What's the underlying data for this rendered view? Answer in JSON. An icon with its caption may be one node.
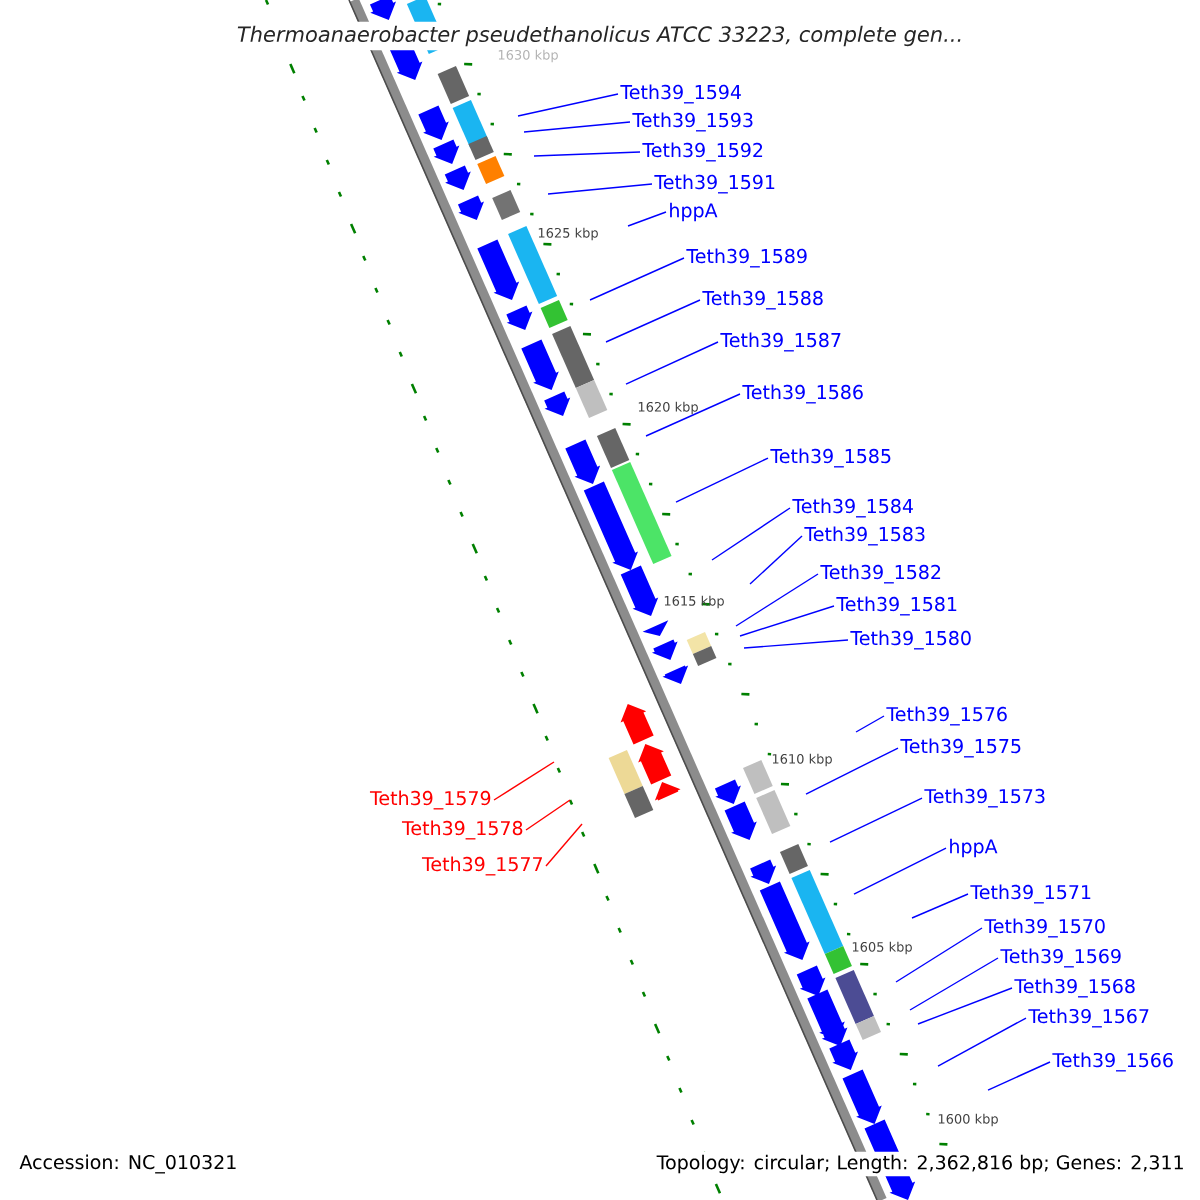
{
  "diagram": {
    "title": "Thermoanaerobacter pseudethanolicus ATCC 33223, complete gen...",
    "nodes": [
      {
        "text": [
          "Teth39_1594"
        ]
      },
      {
        "text": [
          "Teth39_1593"
        ]
      },
      {
        "text": [
          "Teth39_1592"
        ]
      },
      {
        "text": [
          "Teth39_1591"
        ]
      },
      {
        "text": [
          "hppA"
        ]
      },
      {
        "text": [
          "Teth39_1589"
        ]
      },
      {
        "text": [
          "Teth39_1588"
        ]
      },
      {
        "text": [
          "Teth39_1587"
        ]
      },
      {
        "text": [
          "Teth39_1586"
        ]
      },
      {
        "text": [
          "Teth39_1585"
        ]
      },
      {
        "text": [
          "Teth39_1584"
        ]
      },
      {
        "text": [
          "Teth39_1583"
        ]
      },
      {
        "text": [
          "Teth39_1582"
        ]
      },
      {
        "text": [
          "Teth39_1581"
        ]
      },
      {
        "text": [
          "Teth39_1580"
        ]
      },
      {
        "text": [
          "Teth39_1576"
        ]
      },
      {
        "text": [
          "Teth39_1575"
        ]
      },
      {
        "text": [
          "Teth39_1573"
        ]
      },
      {
        "text": [
          "hppA"
        ]
      },
      {
        "text": [
          "Teth39_1571"
        ]
      },
      {
        "text": [
          "Teth39_1570"
        ]
      },
      {
        "text": [
          "Teth39_1569"
        ]
      },
      {
        "text": [
          "Teth39_1568"
        ]
      },
      {
        "text": [
          "Teth39_1567"
        ]
      },
      {
        "text": [
          "Teth39_1566"
        ]
      },
      {
        "text": [
          "Teth39_1579"
        ]
      },
      {
        "text": [
          "Teth39_1578"
        ]
      },
      {
        "text": [
          "Teth39_1577"
        ]
      }
    ],
    "edges": [
      {
        "from": 0,
        "to": null,
        "arrow": "none"
      },
      {
        "from": 1,
        "to": null,
        "arrow": "none"
      },
      {
        "from": 2,
        "to": null,
        "arrow": "none"
      },
      {
        "from": 3,
        "to": null,
        "arrow": "none"
      },
      {
        "from": 4,
        "to": null,
        "arrow": "none"
      },
      {
        "from": 5,
        "to": null,
        "arrow": "none"
      },
      {
        "from": 6,
        "to": null,
        "arrow": "none"
      },
      {
        "from": 7,
        "to": null,
        "arrow": "none"
      },
      {
        "from": 8,
        "to": null,
        "arrow": "none"
      },
      {
        "from": 9,
        "to": null,
        "arrow": "none"
      },
      {
        "from": 10,
        "to": null,
        "arrow": "none"
      },
      {
        "from": 11,
        "to": null,
        "arrow": "none"
      },
      {
        "from": 12,
        "to": null,
        "arrow": "none"
      },
      {
        "from": 13,
        "to": null,
        "arrow": "none"
      },
      {
        "from": 14,
        "to": null,
        "arrow": "none"
      },
      {
        "from": 15,
        "to": null,
        "arrow": "none"
      },
      {
        "from": 16,
        "to": null,
        "arrow": "none"
      },
      {
        "from": 17,
        "to": null,
        "arrow": "none"
      },
      {
        "from": 18,
        "to": null,
        "arrow": "none"
      },
      {
        "from": 19,
        "to": null,
        "arrow": "none"
      },
      {
        "from": 20,
        "to": null,
        "arrow": "none"
      },
      {
        "from": 21,
        "to": null,
        "arrow": "none"
      },
      {
        "from": 22,
        "to": null,
        "arrow": "none"
      },
      {
        "from": 23,
        "to": null,
        "arrow": "none"
      },
      {
        "from": 24,
        "to": null,
        "arrow": "none"
      },
      {
        "from": 25,
        "to": null,
        "arrow": "none",
        "color": "#ff0000"
      },
      {
        "from": 26,
        "to": null,
        "arrow": "none",
        "color": "#ff0000"
      },
      {
        "from": 27,
        "to": null,
        "arrow": "none",
        "color": "#ff0000"
      }
    ],
    "labels": [
      "1630 kbp",
      "1625 kbp",
      "1620 kbp",
      "1615 kbp",
      "1610 kbp",
      "1605 kbp",
      "1600 kbp",
      "Accession: NC_010321",
      "Topology: circular; Length: 2,362,816 bp; Genes: 2,311"
    ]
  }
}
